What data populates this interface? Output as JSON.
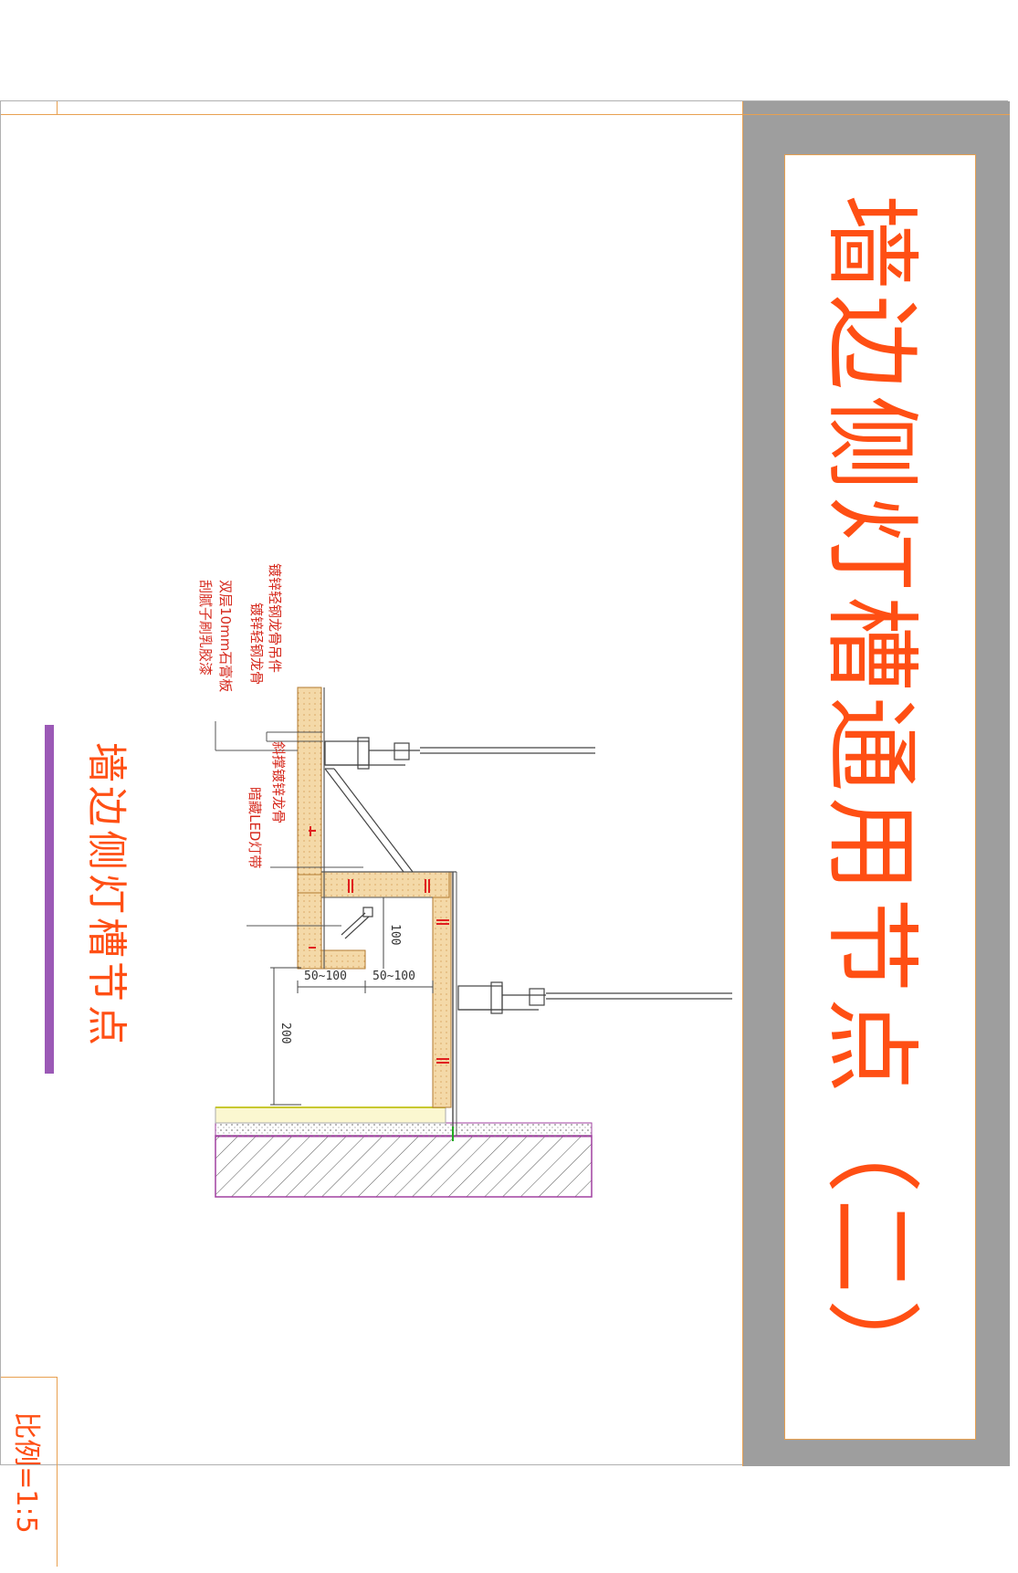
{
  "title": "墙边侧灯槽通用节点（二）",
  "drawing_title": "墙边侧灯槽节点",
  "scale": "比例=1:5",
  "annotations": [
    "镀锌轻钢龙骨吊件",
    "镀锌轻钢龙骨",
    "双层10mm石膏板",
    "刮腻子刷乳胶漆",
    "斜撑镀锌龙骨",
    "暗藏LED灯带"
  ],
  "dimensions": {
    "left_width": "50~100",
    "right_width": "50~100",
    "cove_height": "100",
    "drop_height": "200"
  },
  "colors": {
    "title": "#ff4f14",
    "annotation": "#d62a1e",
    "band": "#9e9e9e",
    "frame": "#e8a050",
    "accent_bar": "#9b59b6"
  }
}
